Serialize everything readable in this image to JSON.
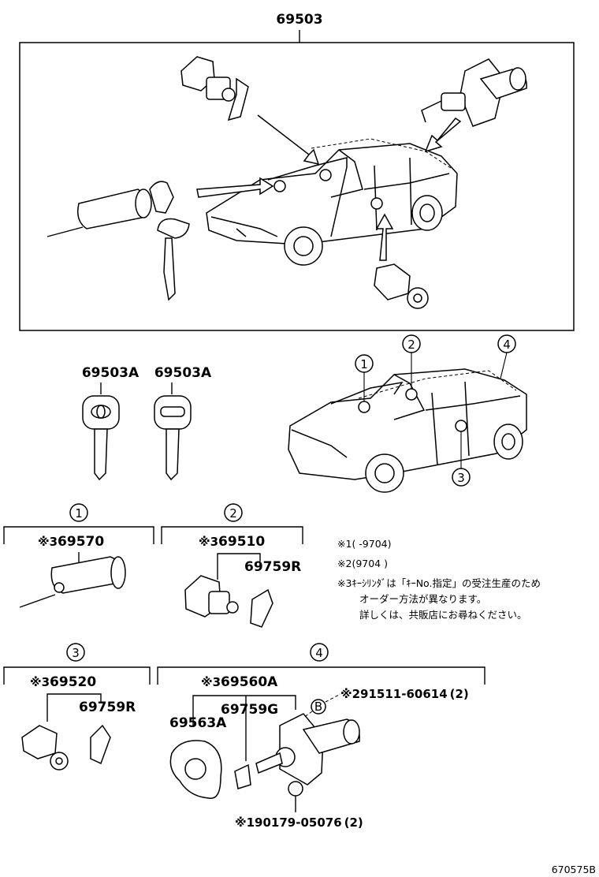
{
  "assembly_number": "69503",
  "key_labels": [
    "69503A",
    "69503A"
  ],
  "car_locations": [
    "1",
    "2",
    "3",
    "4"
  ],
  "groups": [
    {
      "number": "1",
      "parts": [
        {
          "mark": "※3",
          "part_no": "69570"
        }
      ]
    },
    {
      "number": "2",
      "parts": [
        {
          "mark": "※3",
          "part_no": "69510"
        },
        {
          "mark": "",
          "part_no": "69759R"
        }
      ]
    },
    {
      "number": "3",
      "parts": [
        {
          "mark": "※3",
          "part_no": "69520"
        },
        {
          "mark": "",
          "part_no": "69759R"
        }
      ]
    },
    {
      "number": "4",
      "parts": [
        {
          "mark": "※3",
          "part_no": "69560A"
        },
        {
          "mark": "",
          "part_no": "69759G"
        },
        {
          "mark": "",
          "part_no": "69563A"
        },
        {
          "mark": "※2",
          "part_no": "91511-60614",
          "qty": "(2)"
        },
        {
          "mark": "※1",
          "part_no": "90179-05076",
          "qty": "(2)"
        }
      ]
    }
  ],
  "callout_letter": "B",
  "notes": [
    {
      "mark": "※1",
      "text": "(        -9704)"
    },
    {
      "mark": "※2",
      "text": "(9704        )"
    },
    {
      "mark": "※3",
      "text": "ｷｰｼﾘﾝﾀﾞは「ｷｰNo.指定」の受注生産のため"
    },
    {
      "mark": "",
      "text": "オーダー方法が異なります。"
    },
    {
      "mark": "",
      "text": "詳しくは、共販店にお尋ねください。"
    }
  ],
  "drawing_number": "670575B"
}
